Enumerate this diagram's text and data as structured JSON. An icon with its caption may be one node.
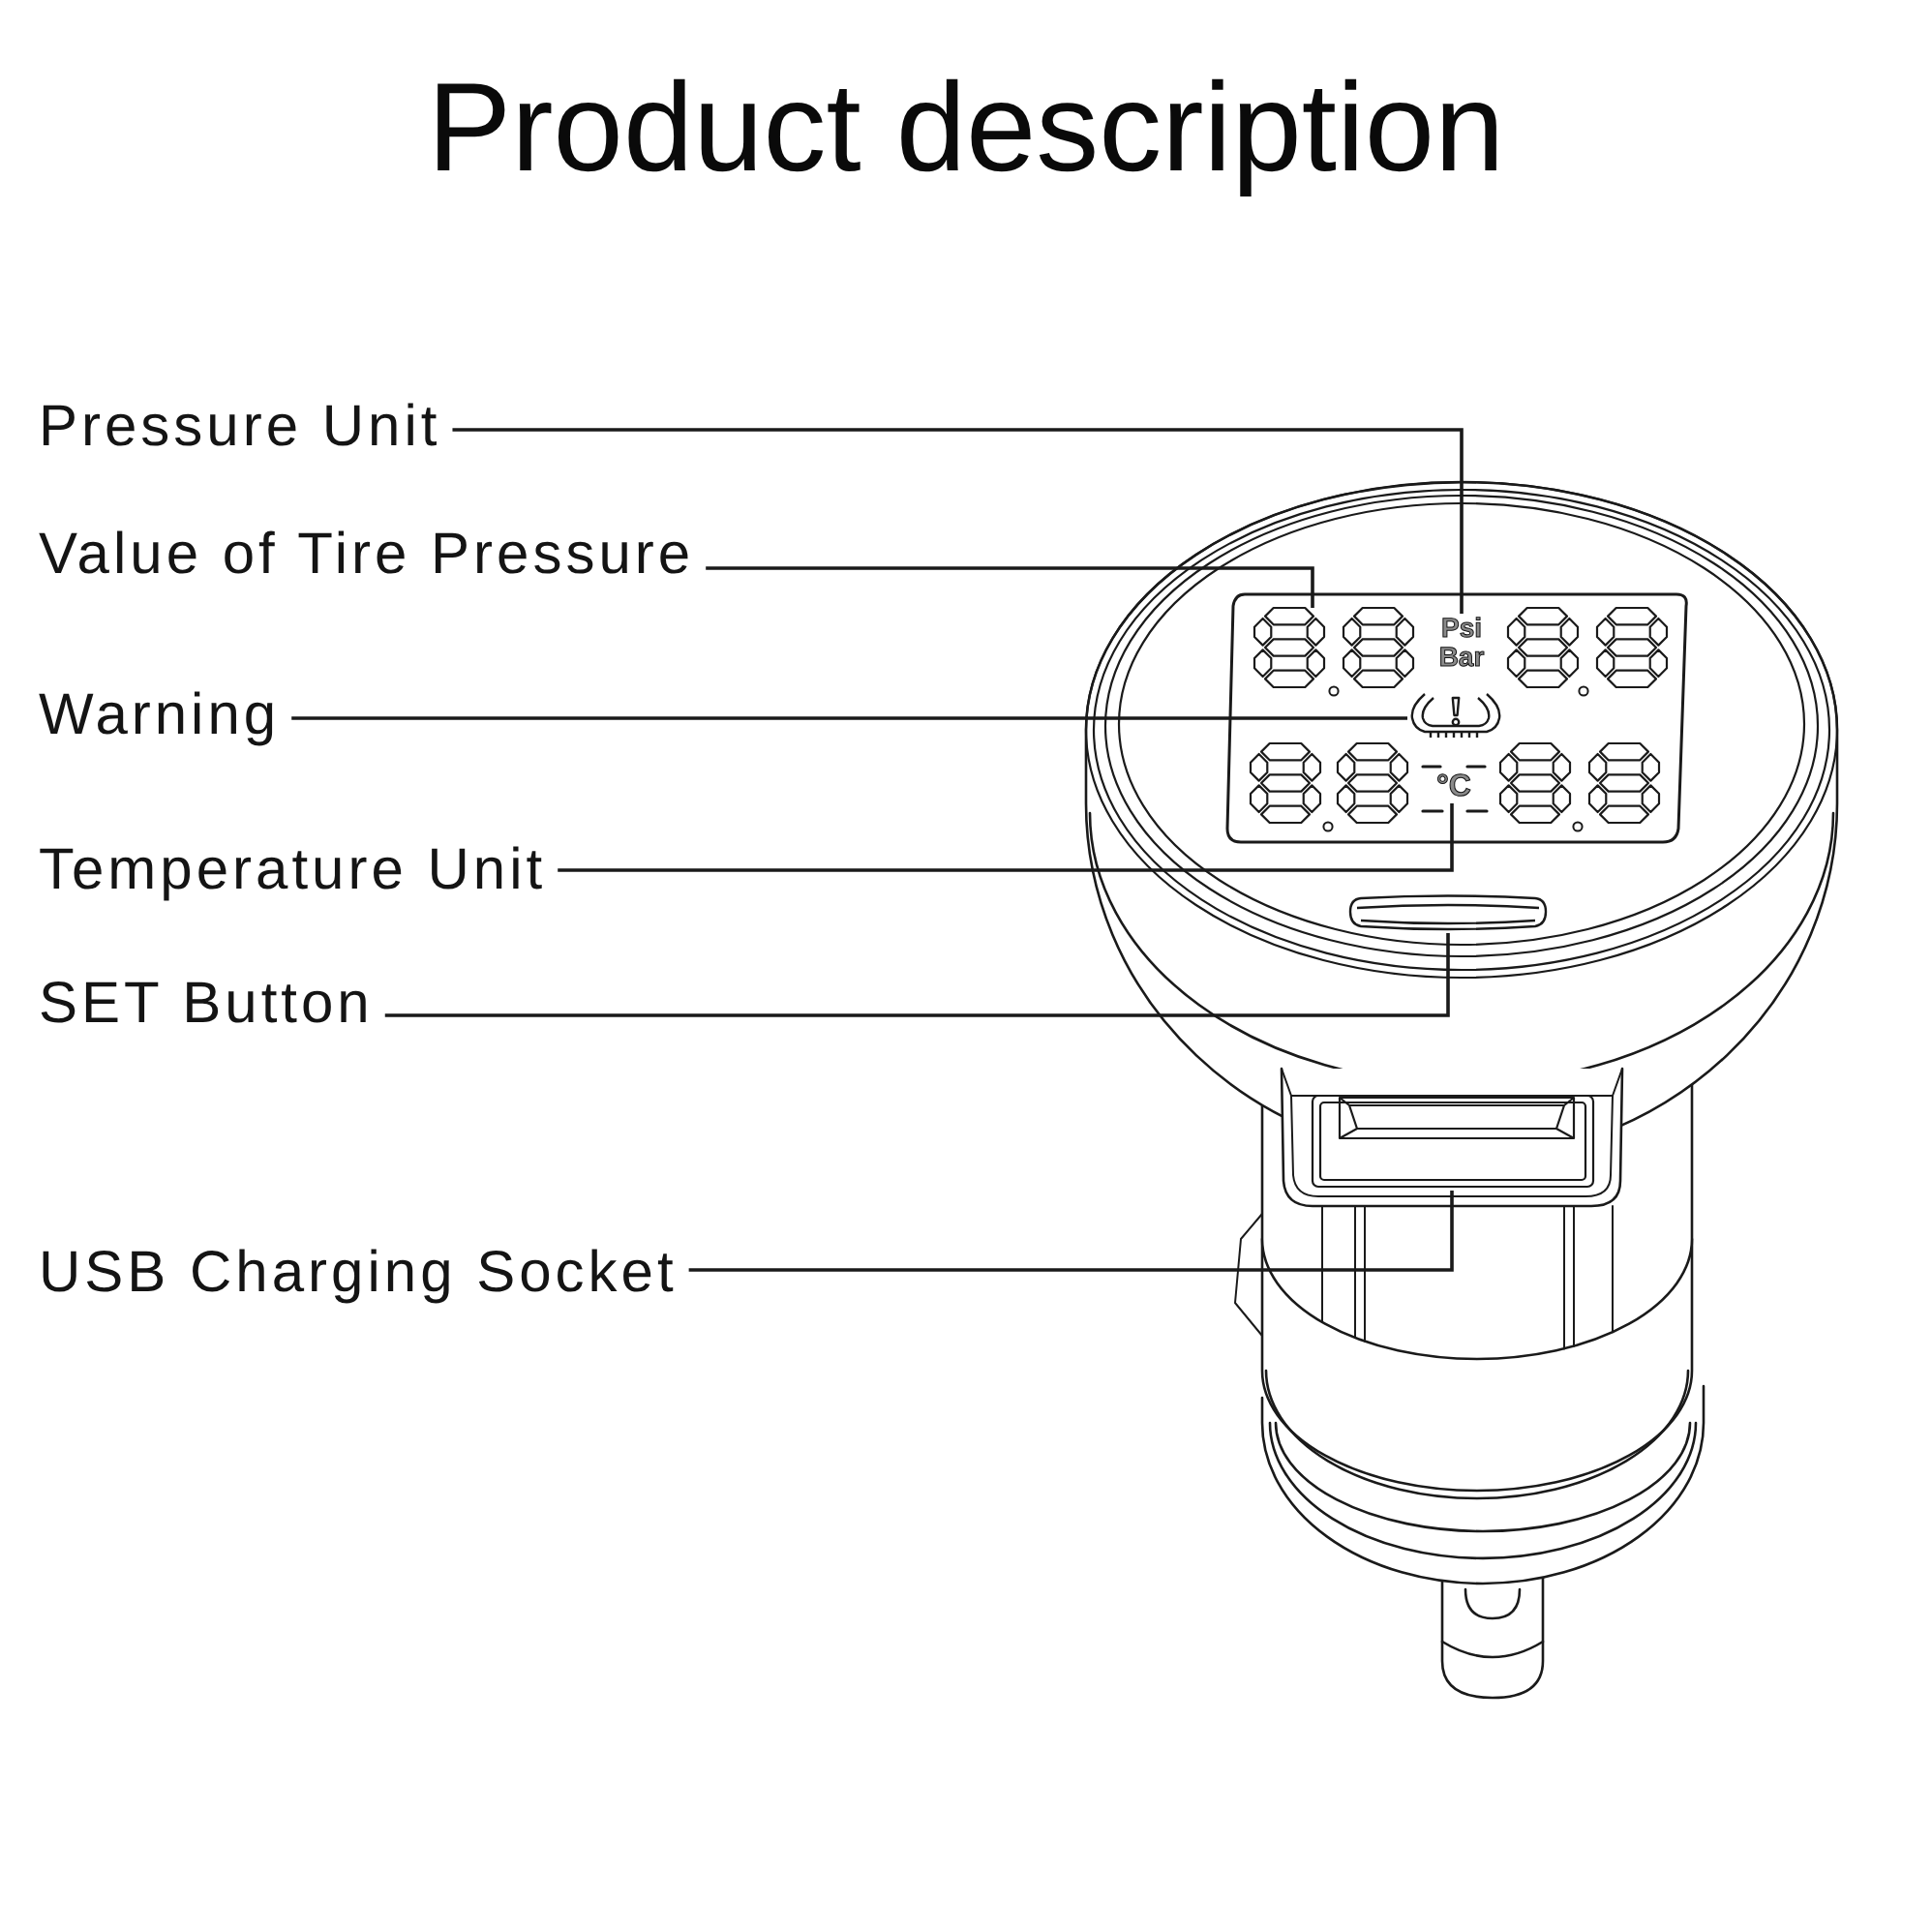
{
  "diagram": {
    "title": "Product description",
    "nodes": [
      {
        "text": [
          "Pressure Unit"
        ]
      },
      {
        "text": [
          "Value of Tire Pressure"
        ]
      },
      {
        "text": [
          "Warning"
        ]
      },
      {
        "text": [
          "Temperature Unit"
        ]
      },
      {
        "text": [
          "SET Button"
        ]
      },
      {
        "text": [
          "USB Charging Socket"
        ]
      },
      {
        "text": [
          "Psi Bar"
        ]
      },
      {
        "text": [],
        "shape": "picture"
      },
      {
        "text": [],
        "shape": "picture"
      },
      {
        "text": [
          "°C"
        ]
      },
      {
        "text": [],
        "shape": "picture"
      },
      {
        "text": [],
        "shape": "picture"
      }
    ],
    "edges": [
      {
        "from": 0,
        "to": 6,
        "arrow": "none"
      },
      {
        "from": 1,
        "to": 7,
        "arrow": "none"
      },
      {
        "from": 2,
        "to": 8,
        "arrow": "none"
      },
      {
        "from": 3,
        "to": 9,
        "arrow": "none"
      },
      {
        "from": 4,
        "to": 10,
        "arrow": "none"
      },
      {
        "from": 5,
        "to": 11,
        "arrow": "none"
      }
    ]
  }
}
